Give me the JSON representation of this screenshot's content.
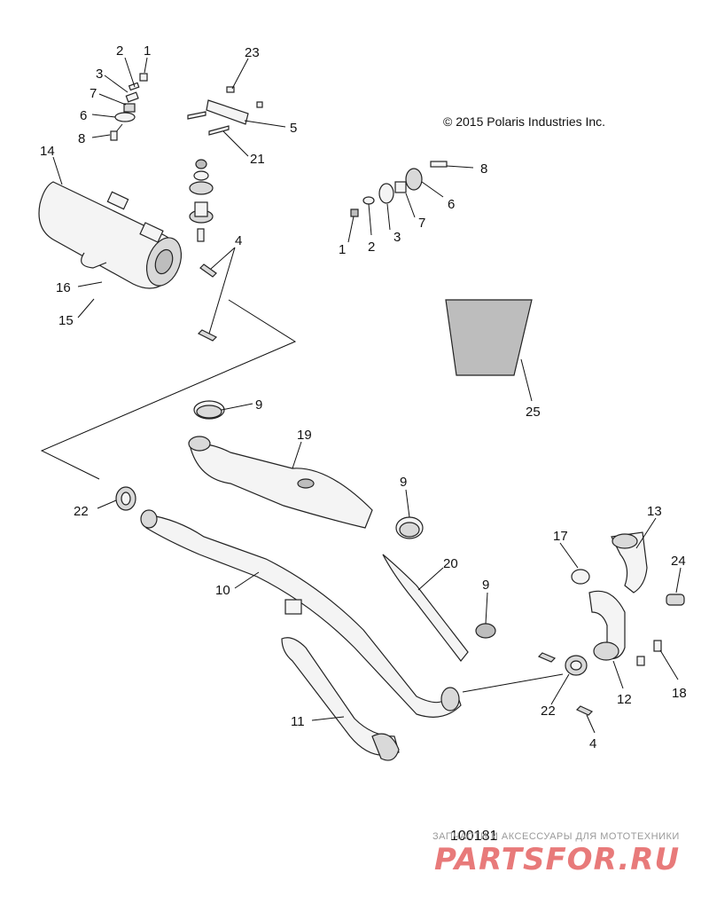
{
  "copyright": "© 2015 Polaris Industries Inc.",
  "drawing_number": "100181",
  "watermark": {
    "tagline": "ЗАПЧАСТИ И АКСЕССУАРЫ ДЛЯ МОТОТЕХНИКИ",
    "brand": "PARTSFOR.RU"
  },
  "callouts": [
    "1",
    "2",
    "3",
    "7",
    "6",
    "8",
    "23",
    "5",
    "21",
    "14",
    "4",
    "16",
    "15",
    "8",
    "6",
    "7",
    "3",
    "2",
    "1",
    "25",
    "9",
    "19",
    "22",
    "9",
    "10",
    "20",
    "9",
    "17",
    "13",
    "24",
    "11",
    "22",
    "12",
    "18",
    "4"
  ]
}
